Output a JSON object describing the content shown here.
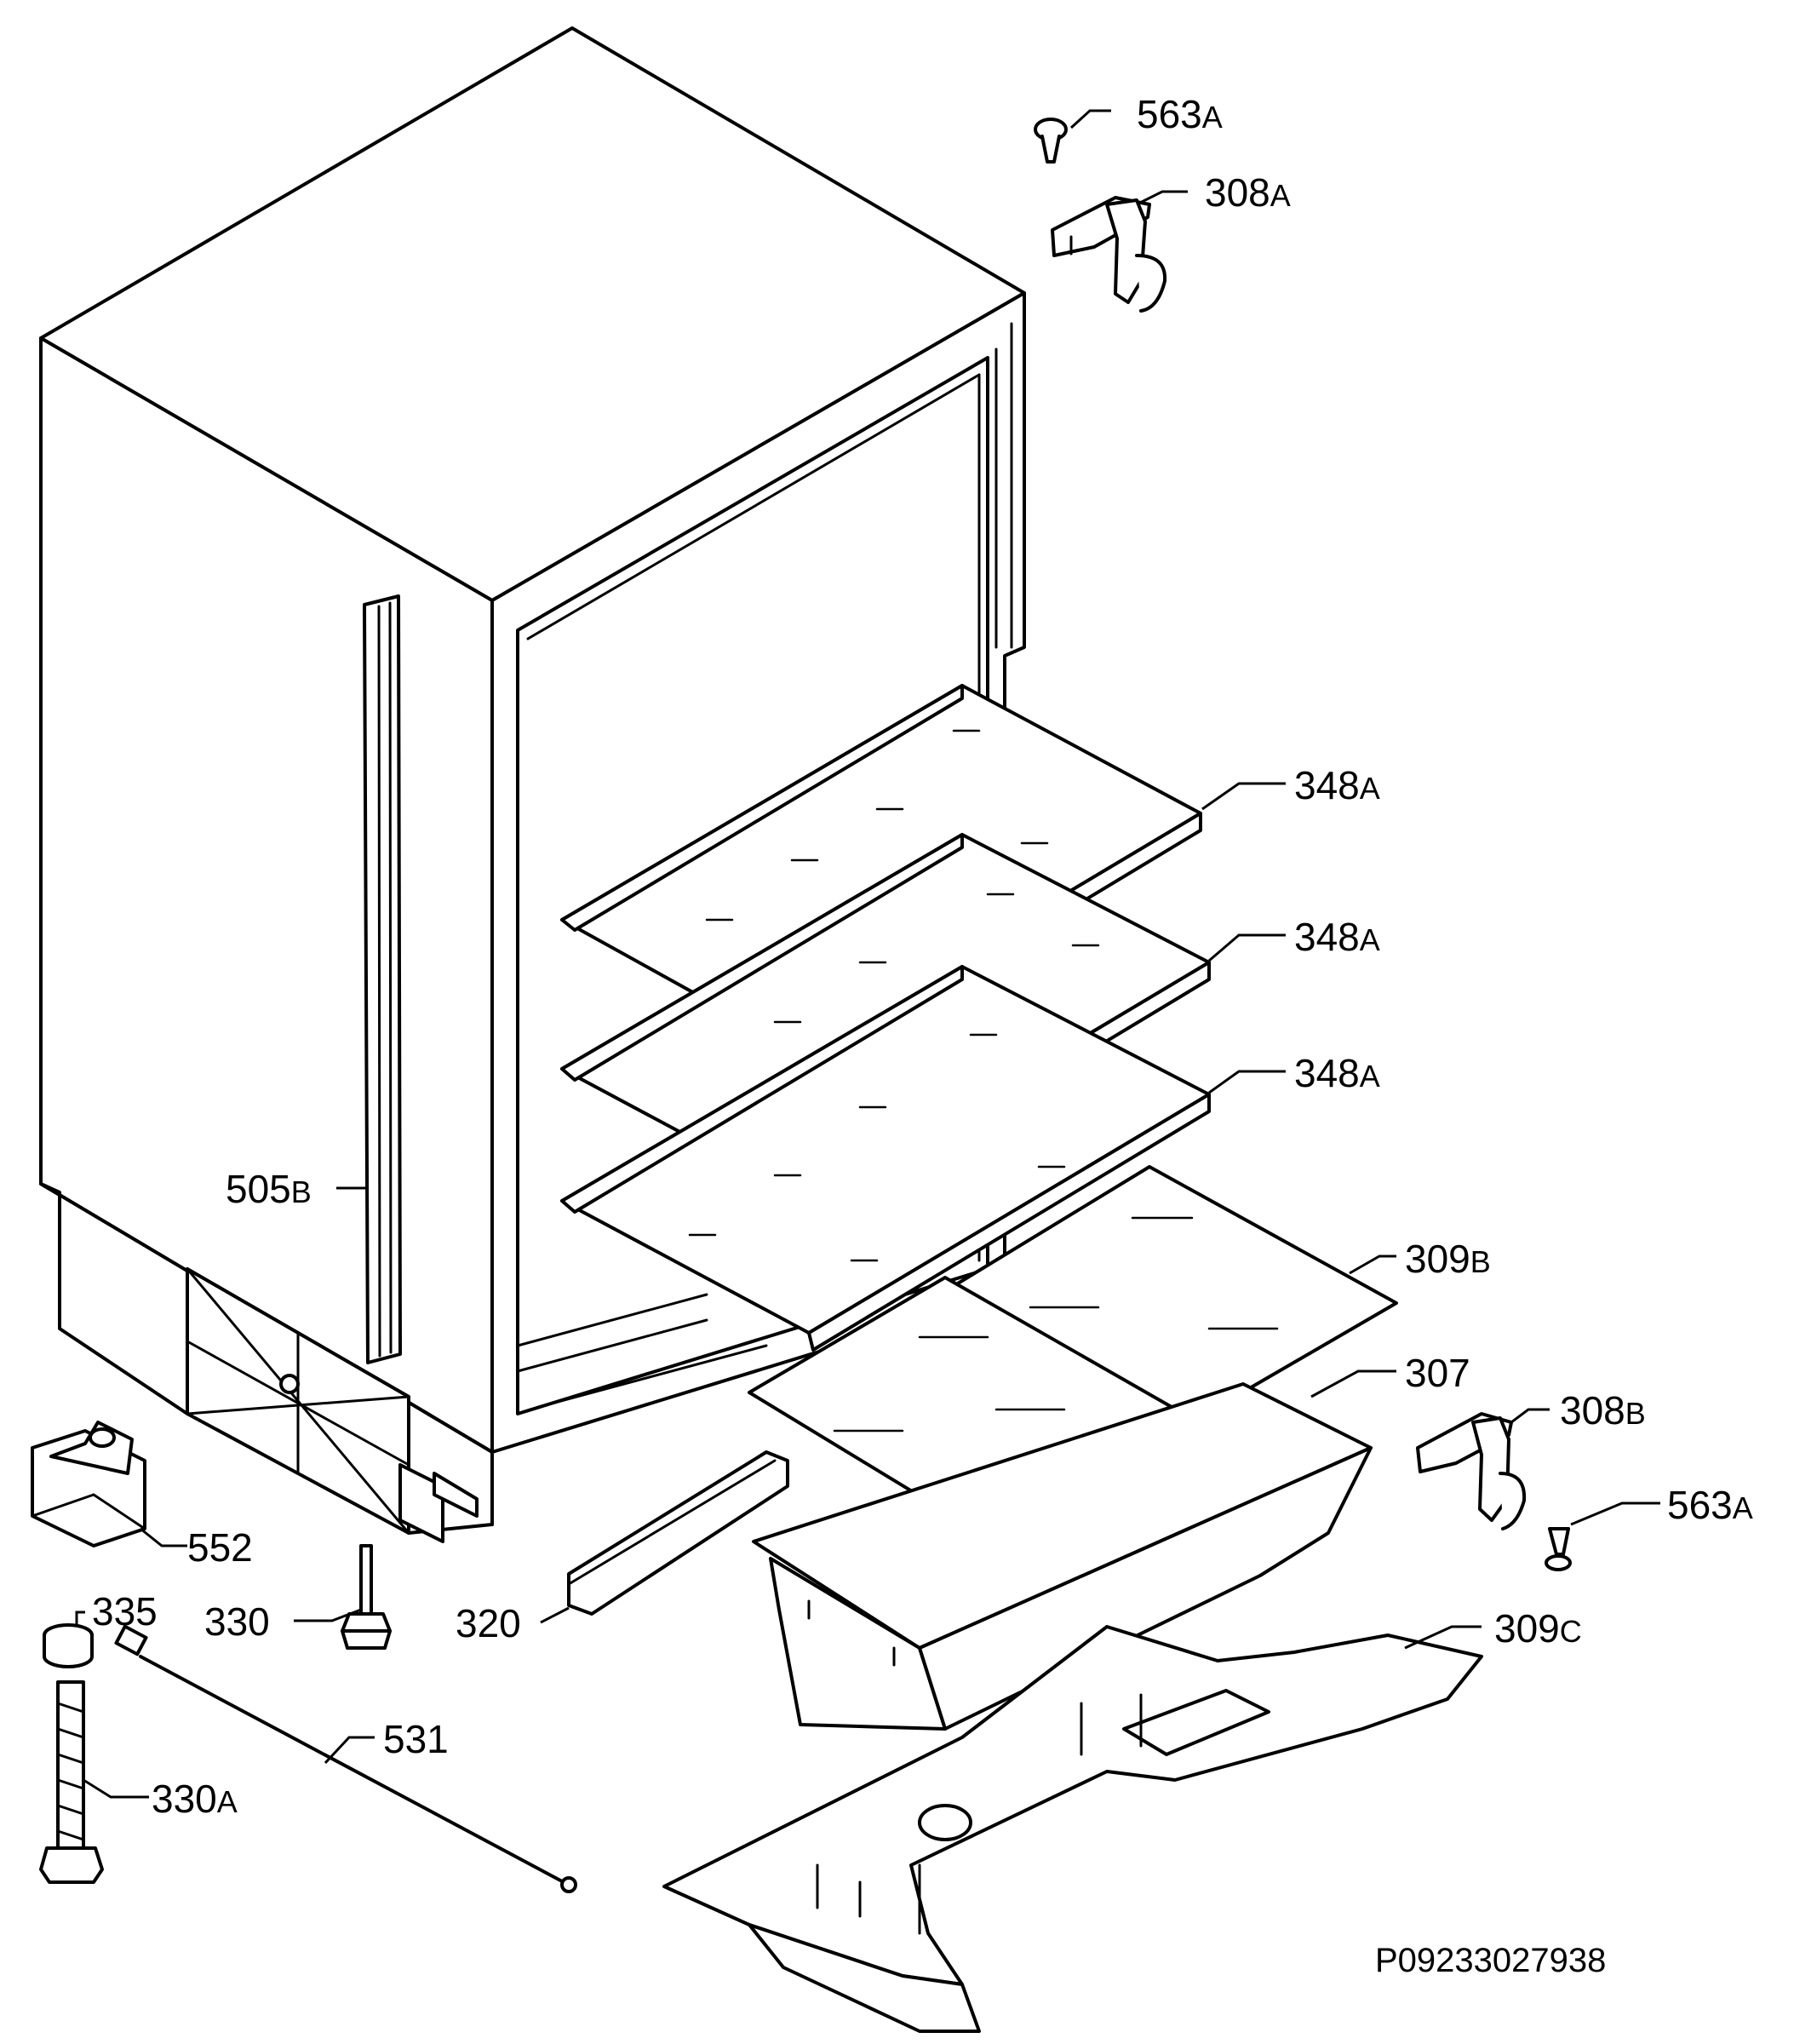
{
  "drawing_code": "P09233027938",
  "parts": [
    {
      "key": "563a_top",
      "number": "563",
      "suffix": "A"
    },
    {
      "key": "308a",
      "number": "308",
      "suffix": "A"
    },
    {
      "key": "348a_1",
      "number": "348",
      "suffix": "A"
    },
    {
      "key": "348a_2",
      "number": "348",
      "suffix": "A"
    },
    {
      "key": "348a_3",
      "number": "348",
      "suffix": "A"
    },
    {
      "key": "505b",
      "number": "505",
      "suffix": "B"
    },
    {
      "key": "309b",
      "number": "309",
      "suffix": "B"
    },
    {
      "key": "307",
      "number": "307",
      "suffix": ""
    },
    {
      "key": "308b",
      "number": "308",
      "suffix": "B"
    },
    {
      "key": "563a_bottom",
      "number": "563",
      "suffix": "A"
    },
    {
      "key": "552",
      "number": "552",
      "suffix": ""
    },
    {
      "key": "335",
      "number": "335",
      "suffix": ""
    },
    {
      "key": "330",
      "number": "330",
      "suffix": ""
    },
    {
      "key": "320",
      "number": "320",
      "suffix": ""
    },
    {
      "key": "309c",
      "number": "309",
      "suffix": "C"
    },
    {
      "key": "531",
      "number": "531",
      "suffix": ""
    },
    {
      "key": "330a",
      "number": "330",
      "suffix": "A"
    }
  ]
}
